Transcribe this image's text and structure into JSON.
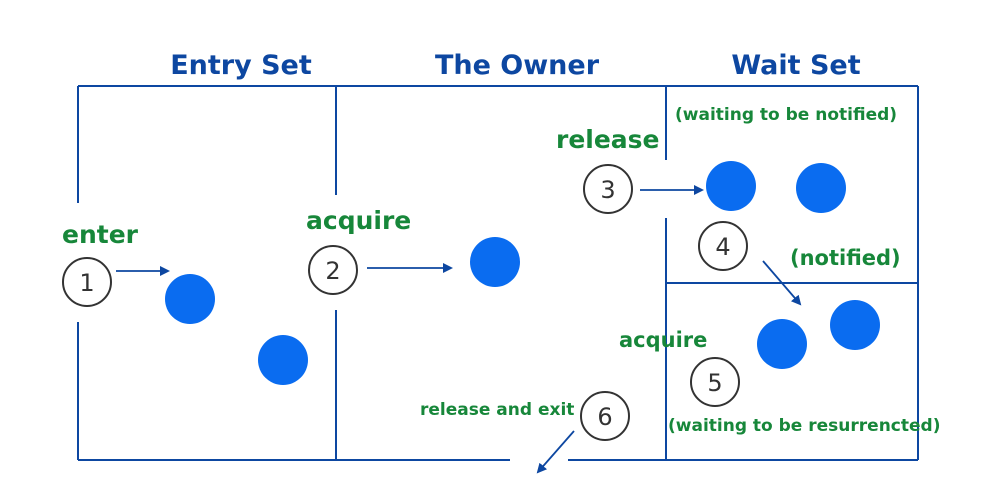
{
  "headers": {
    "entry_set": "Entry Set",
    "owner": "The Owner",
    "wait_set": "Wait Set"
  },
  "labels": {
    "enter": "enter",
    "acquire_owner": "acquire",
    "release": "release",
    "waiting_notified": "(waiting to be notified)",
    "notified": "(notified)",
    "acquire_wait": "acquire",
    "waiting_resurrected": "(waiting to be resurrencted)",
    "release_exit": "release and exit"
  },
  "steps": [
    "1",
    "2",
    "3",
    "4",
    "5",
    "6"
  ],
  "colors": {
    "heading": "#0d47a1",
    "label": "#17873a",
    "thread": "#0a6cf0",
    "lines": "#0d47a1",
    "step_outline": "#333333"
  }
}
